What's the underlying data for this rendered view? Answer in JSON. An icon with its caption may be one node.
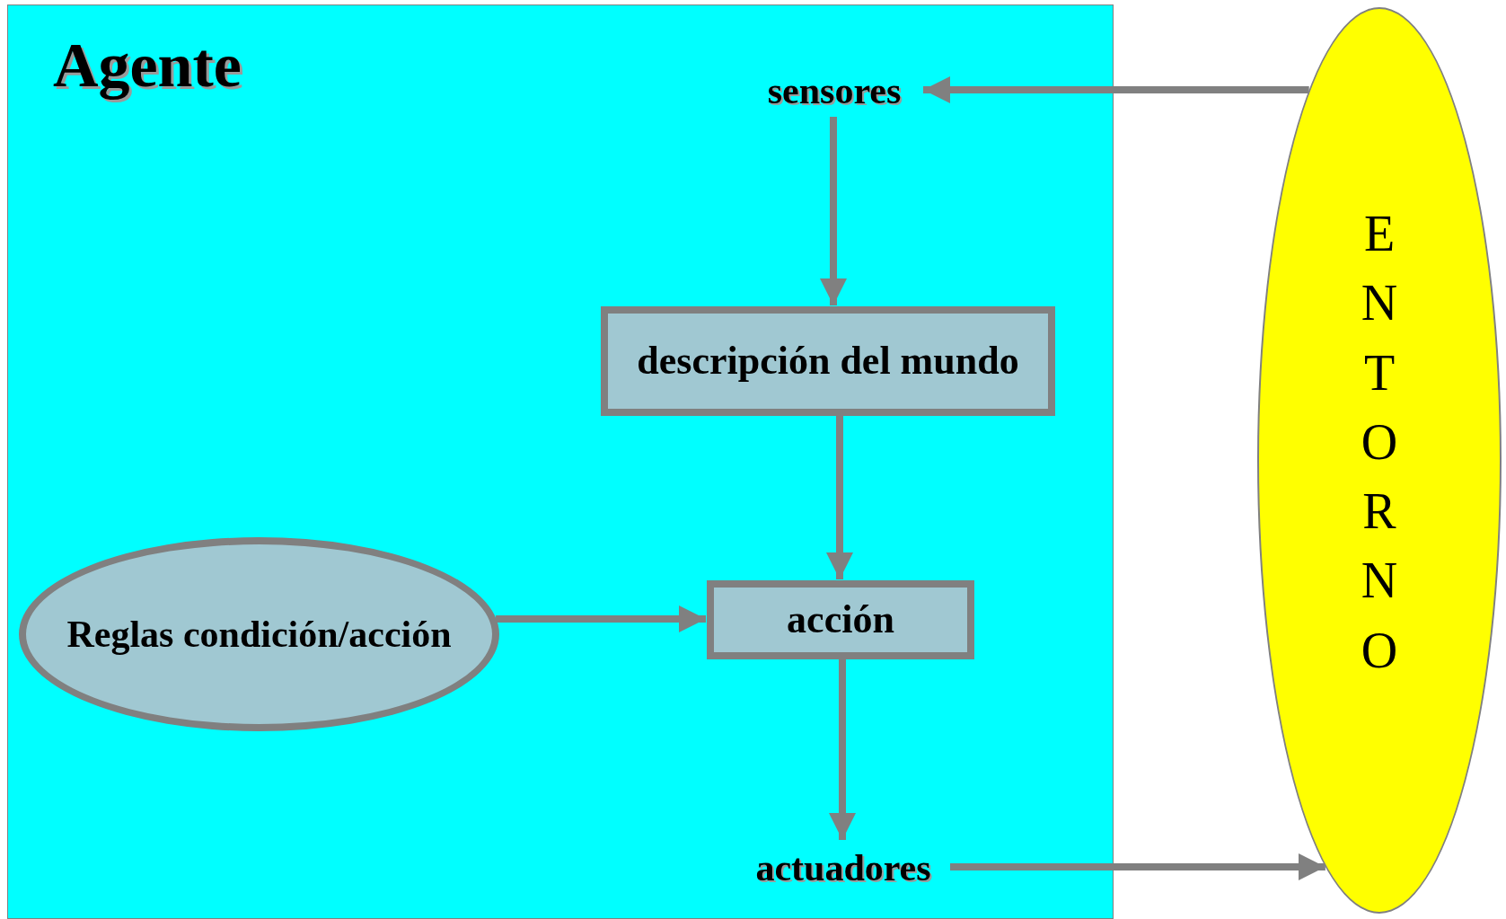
{
  "diagram": {
    "nodes": [
      {
        "text": [
          "Agente"
        ]
      },
      {
        "text": [
          "sensores"
        ],
        "in": 0
      },
      {
        "text": [
          "descripción del mundo"
        ],
        "in": 0
      },
      {
        "text": [
          "Reglas condición/acción"
        ],
        "in": 0
      },
      {
        "text": [
          "acción"
        ],
        "in": 0
      },
      {
        "text": [
          "actuadores"
        ],
        "in": 0
      },
      {
        "text": [
          "ENTORNO"
        ]
      }
    ],
    "edges": [
      {
        "from": 6,
        "to": 1,
        "arrow": "to"
      },
      {
        "from": 1,
        "to": 2,
        "arrow": "to"
      },
      {
        "from": 2,
        "to": 4,
        "arrow": "to"
      },
      {
        "from": 3,
        "to": 4,
        "arrow": "to"
      },
      {
        "from": 4,
        "to": 5,
        "arrow": "to"
      },
      {
        "from": 5,
        "to": 6,
        "arrow": "to"
      }
    ]
  }
}
